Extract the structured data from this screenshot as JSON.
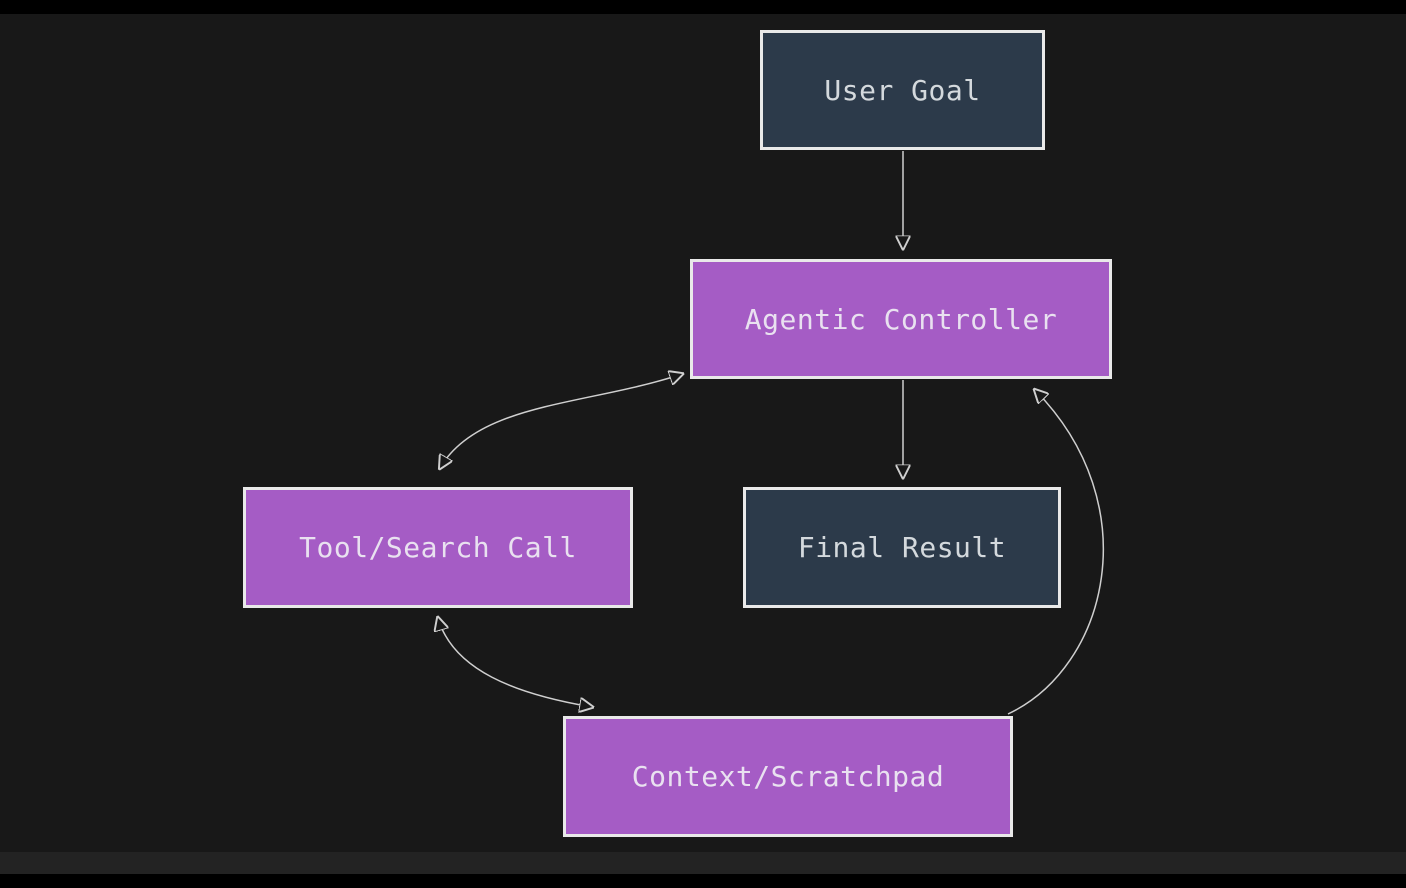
{
  "diagram": {
    "type": "flowchart",
    "theme": "dark",
    "nodes": {
      "user_goal": {
        "label": "User Goal",
        "fill": "#2c3a4a",
        "text_color": "#d4d9dd"
      },
      "agentic_controller": {
        "label": "Agentic Controller",
        "fill": "#a55cc5",
        "text_color": "#e9e1f0"
      },
      "tool_search_call": {
        "label": "Tool/Search Call",
        "fill": "#a55cc5",
        "text_color": "#e9e1f0"
      },
      "final_result": {
        "label": "Final Result",
        "fill": "#2c3a4a",
        "text_color": "#d4d9dd"
      },
      "context_scratchpad": {
        "label": "Context/Scratchpad",
        "fill": "#a55cc5",
        "text_color": "#e9e1f0"
      }
    },
    "edges": [
      {
        "from": "user_goal",
        "to": "agentic_controller",
        "style": "straight",
        "bidirectional": false
      },
      {
        "from": "agentic_controller",
        "to": "final_result",
        "style": "straight",
        "bidirectional": false
      },
      {
        "from": "agentic_controller",
        "to": "tool_search_call",
        "style": "curved",
        "bidirectional": true
      },
      {
        "from": "tool_search_call",
        "to": "context_scratchpad",
        "style": "curved",
        "bidirectional": true
      },
      {
        "from": "context_scratchpad",
        "to": "agentic_controller",
        "style": "curved",
        "bidirectional": false
      }
    ],
    "colors": {
      "background": "#181818",
      "outer_background": "#000000",
      "node_border": "#e9e9e9",
      "edge_stroke": "#cfcfcf",
      "purple_fill": "#a55cc5",
      "slate_fill": "#2c3a4a"
    }
  }
}
